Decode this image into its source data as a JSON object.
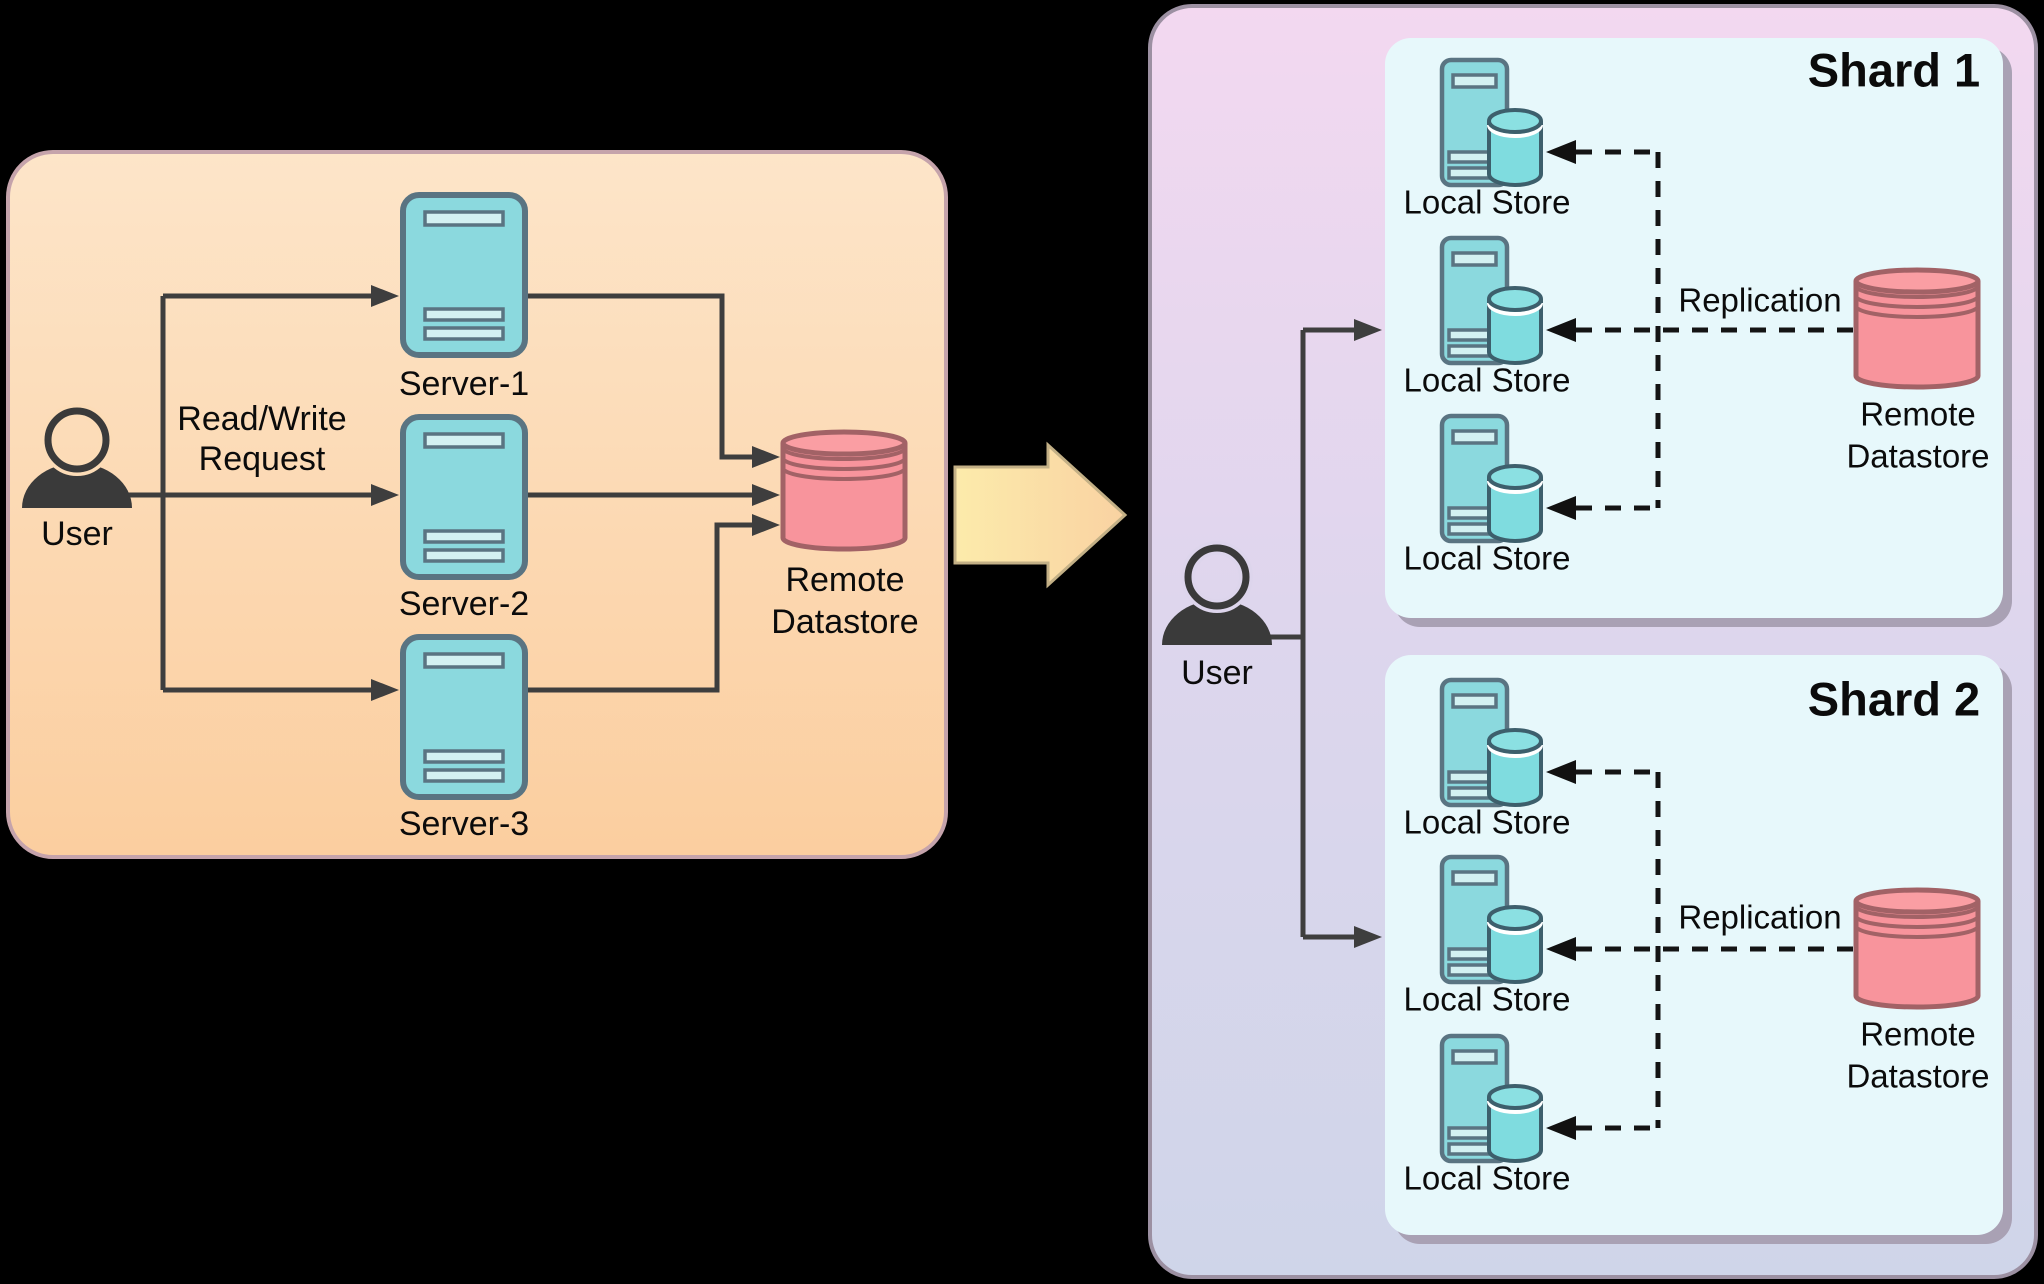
{
  "left_panel": {
    "user_label": "User",
    "request_label_line1": "Read/Write",
    "request_label_line2": "Request",
    "server_labels": [
      "Server-1",
      "Server-2",
      "Server-3"
    ],
    "datastore_label_line1": "Remote",
    "datastore_label_line2": "Datastore"
  },
  "right_panel": {
    "user_label": "User",
    "shards": [
      {
        "title": "Shard 1",
        "store_labels": [
          "Local Store",
          "Local Store",
          "Local Store"
        ],
        "replication_label": "Replication",
        "datastore_label_line1": "Remote",
        "datastore_label_line2": "Datastore"
      },
      {
        "title": "Shard 2",
        "store_labels": [
          "Local Store",
          "Local Store",
          "Local Store"
        ],
        "replication_label": "Replication",
        "datastore_label_line1": "Remote",
        "datastore_label_line2": "Datastore"
      }
    ]
  },
  "colors": {
    "background": "#000000",
    "left_panel_top": "#fde5c9",
    "left_panel_bottom": "#fbce9f",
    "left_panel_border": "#c5a3ab",
    "right_panel_top": "#f3d8f0",
    "right_panel_bottom": "#cfd5e9",
    "right_panel_border": "#9c90a2",
    "shard_box": "#e7f8fb",
    "server_fill": "#8bd9de",
    "server_stroke": "#5a7482",
    "local_db_fill": "#7fdcdf",
    "remote_db_fill": "#f8949c",
    "remote_db_stroke": "#a26266",
    "transition_arrow_left": "#fcebab",
    "transition_arrow_right": "#f9d2a2",
    "connector_line": "#3e3e3e",
    "user_icon": "#3a3a3a"
  }
}
